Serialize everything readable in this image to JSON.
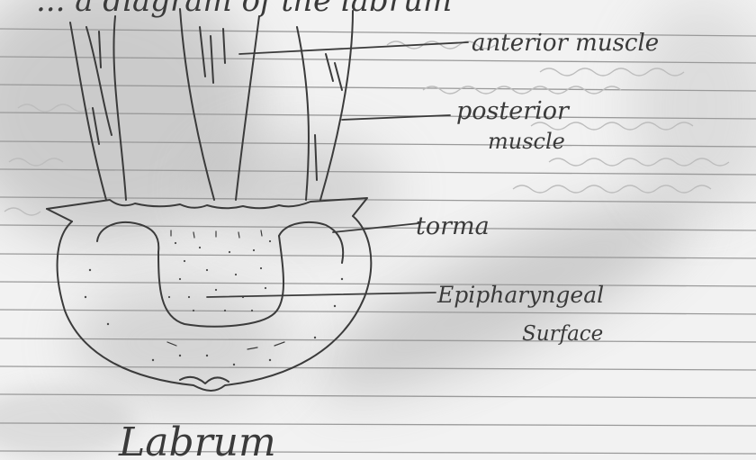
{
  "heading_fragment": "... a diagram of the labrum",
  "labels": {
    "anterior_muscle": "anterior muscle",
    "posterior_muscle_line1": "posterior",
    "posterior_muscle_line2": "muscle",
    "torma": "torma",
    "epipharyngeal_line1": "Epipharyngeal",
    "epipharyngeal_line2": "Surface"
  },
  "caption": "Labrum",
  "colors": {
    "paper": "#f2f2f2",
    "pencil": "#3b3b3b",
    "rule_line": "#9a9a9a",
    "shadow": "#9d9d9d"
  }
}
